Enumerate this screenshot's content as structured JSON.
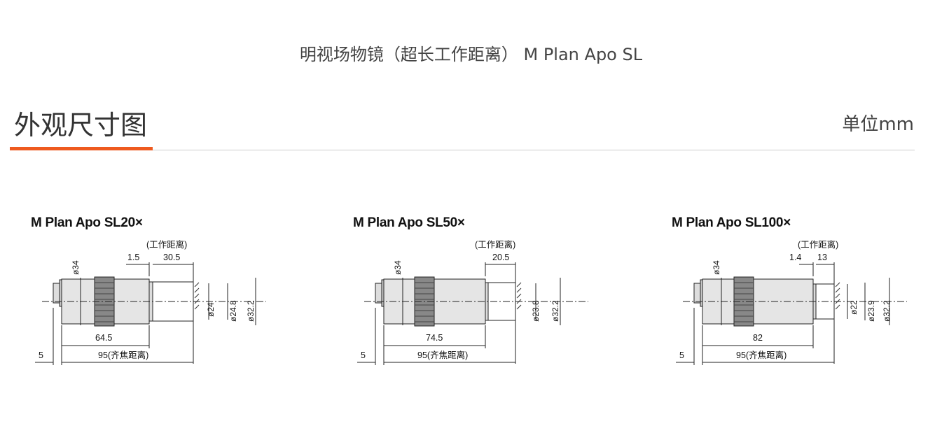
{
  "page": {
    "title": "明视场物镜（超长工作距离） M Plan Apo SL",
    "section_title": "外观尺寸图",
    "unit": "单位mm"
  },
  "diagrams": [
    {
      "name": "M Plan Apo SL20×",
      "wd_caption": "(工作距离)",
      "dim_top_a": "1.5",
      "dim_top_b": "30.5",
      "dim_body": "64.5",
      "dim_parfocal": "95(齐焦距离)",
      "dim_thread": "5",
      "dia_body": "ø34",
      "dia_1": "ø24",
      "dia_2": "ø24.8",
      "dia_3": "ø32.2"
    },
    {
      "name": "M Plan Apo SL50×",
      "wd_caption": "(工作距离)",
      "dim_top_a": "",
      "dim_top_b": "20.5",
      "dim_body": "74.5",
      "dim_parfocal": "95(齐焦距离)",
      "dim_thread": "5",
      "dia_body": "ø34",
      "dia_1": "",
      "dia_2": "ø23.8",
      "dia_3": "ø32.2"
    },
    {
      "name": "M Plan Apo SL100×",
      "wd_caption": "(工作距离)",
      "dim_top_a": "1.4",
      "dim_top_b": "13",
      "dim_body": "82",
      "dim_parfocal": "95(齐焦距离)",
      "dim_thread": "5",
      "dia_body": "ø34",
      "dia_1": "ø22",
      "dia_2": "ø23.9",
      "dia_3": "ø32.2"
    }
  ]
}
